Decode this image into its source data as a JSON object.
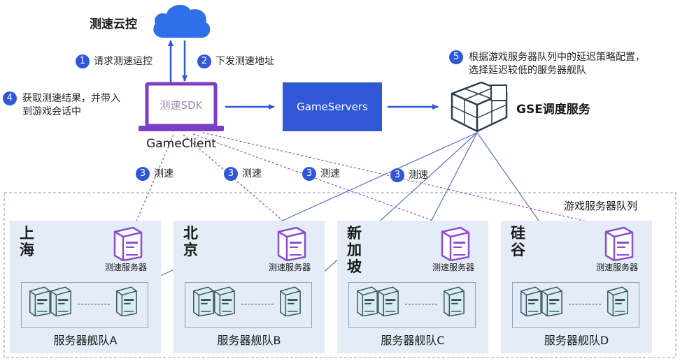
{
  "cloud": {
    "label": "测速云控",
    "icon": "cloud-icon",
    "color": "#2f6fe8"
  },
  "steps": [
    {
      "num": "1",
      "text": "请求测速运控"
    },
    {
      "num": "2",
      "text": "下发测速地址"
    },
    {
      "num": "3",
      "text": "测速"
    },
    {
      "num": "4",
      "text": "获取测速结果，并带入到游戏会话中",
      "line1": "获取测速结果，并带入",
      "line2": "到游戏会话中"
    },
    {
      "num": "5",
      "text": "根据游戏服务器队列中的延迟策略配置，选择延迟较低的服务器舰队",
      "line1": "根据游戏服务器队列中的延迟策略配置，",
      "line2": "选择延迟较低的服务器舰队"
    }
  ],
  "client": {
    "sdk_label": "测速SDK",
    "name": "GameClient",
    "icon": "laptop-icon",
    "color": "#7b3fc4"
  },
  "game_servers": {
    "label": "GameServers",
    "color": "#2f57d6"
  },
  "gse": {
    "label": "GSE调度服务",
    "icon": "cube-icon"
  },
  "queue": {
    "label": "游戏服务器队列"
  },
  "regions": [
    {
      "name": "上海",
      "speed_server": "测速服务器",
      "fleet": "服务器舰队A"
    },
    {
      "name": "北京",
      "speed_server": "测速服务器",
      "fleet": "服务器舰队B"
    },
    {
      "name": "新加坡",
      "speed_server": "测速服务器",
      "fleet": "服务器舰队C"
    },
    {
      "name": "硅谷",
      "speed_server": "测速服务器",
      "fleet": "服务器舰队D"
    }
  ],
  "colors": {
    "accent_blue": "#2f57d6",
    "purple": "#8a4fd0",
    "region_bg": "#e4ecf8",
    "server_teal": "#d6eef2"
  }
}
